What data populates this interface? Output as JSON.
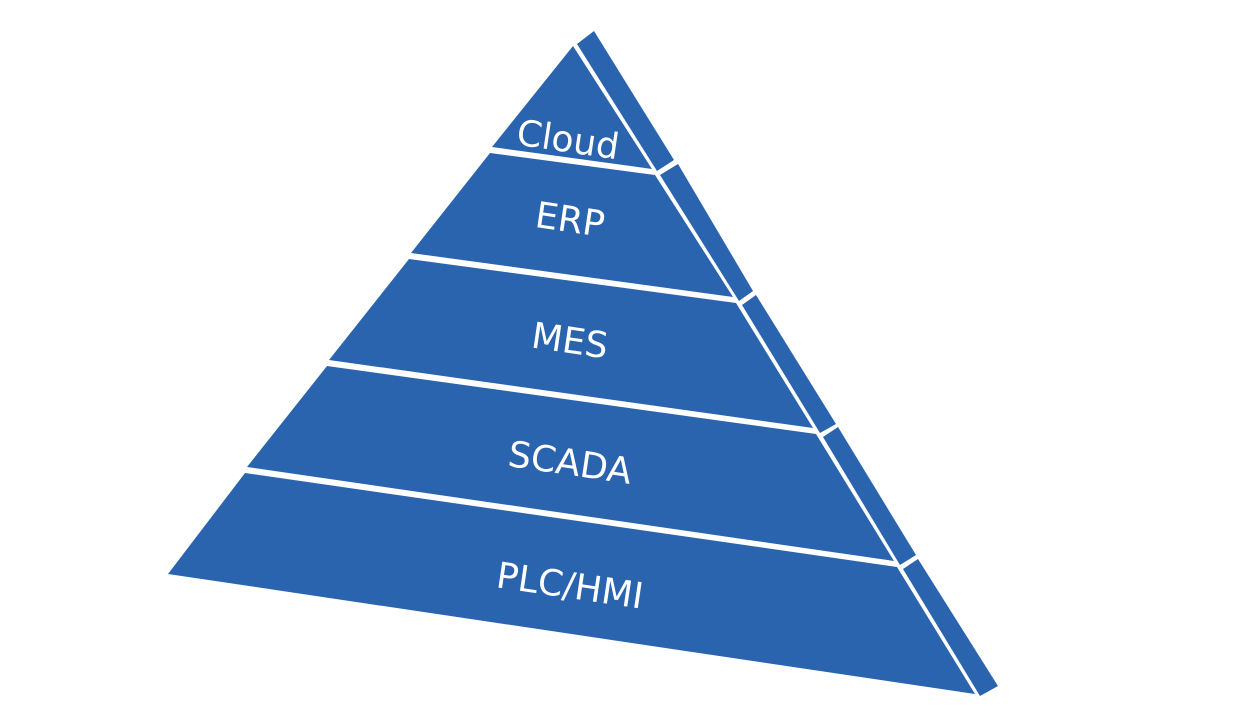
{
  "diagram": {
    "type": "pyramid",
    "title": "",
    "fill_color": "#2B64AE",
    "separator_color": "#FFFFFF",
    "text_color": "#FFFFFF",
    "layers_top_to_bottom": [
      {
        "id": "cloud",
        "label": "Cloud"
      },
      {
        "id": "erp",
        "label": "ERP"
      },
      {
        "id": "mes",
        "label": "MES"
      },
      {
        "id": "scada",
        "label": "SCADA"
      },
      {
        "id": "plc-hmi",
        "label": "PLC/HMI"
      }
    ]
  }
}
